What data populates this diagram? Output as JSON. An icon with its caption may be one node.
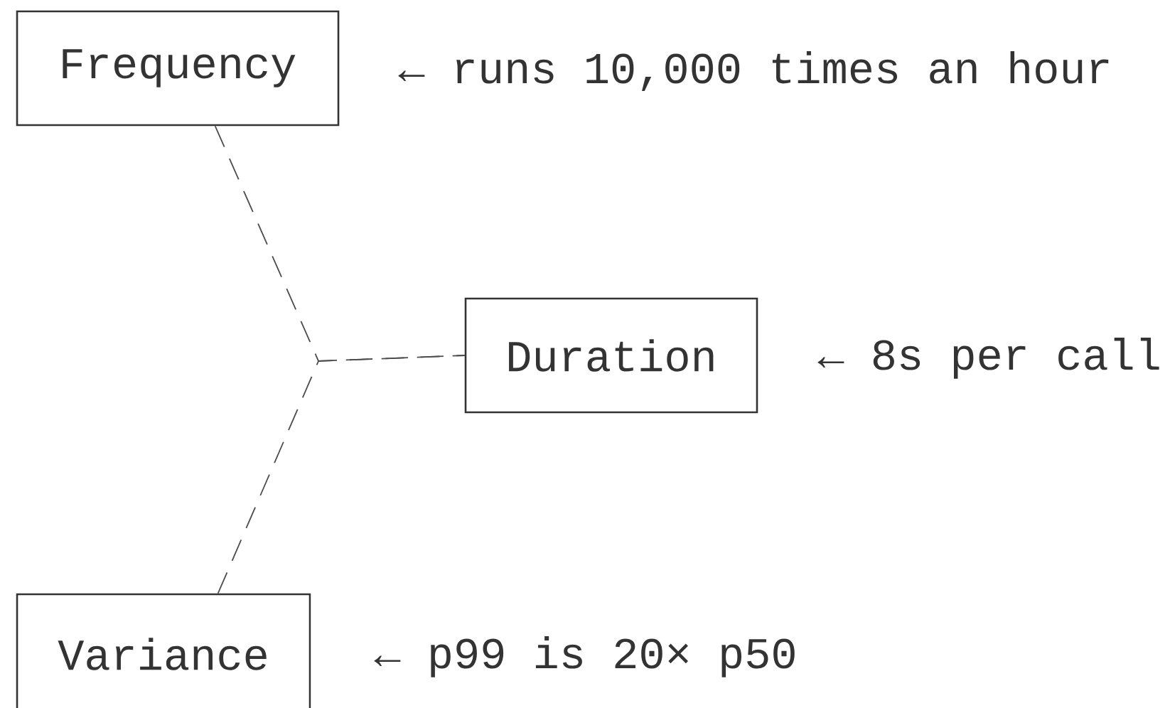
{
  "diagram": {
    "nodes": [
      {
        "text": [
          "Frequency"
        ],
        "beside": [
          "← runs 10,000 times an hour"
        ]
      },
      {
        "text": [
          "Duration"
        ],
        "beside": [
          "← 8s per call"
        ]
      },
      {
        "text": [
          "Variance"
        ],
        "beside": [
          "← p99 is 20× p50"
        ]
      }
    ],
    "edges": [
      {
        "from": 0,
        "to": 1,
        "arrow": "none",
        "style": "dashed"
      },
      {
        "from": 2,
        "to": 1,
        "arrow": "none",
        "style": "dashed"
      }
    ]
  }
}
